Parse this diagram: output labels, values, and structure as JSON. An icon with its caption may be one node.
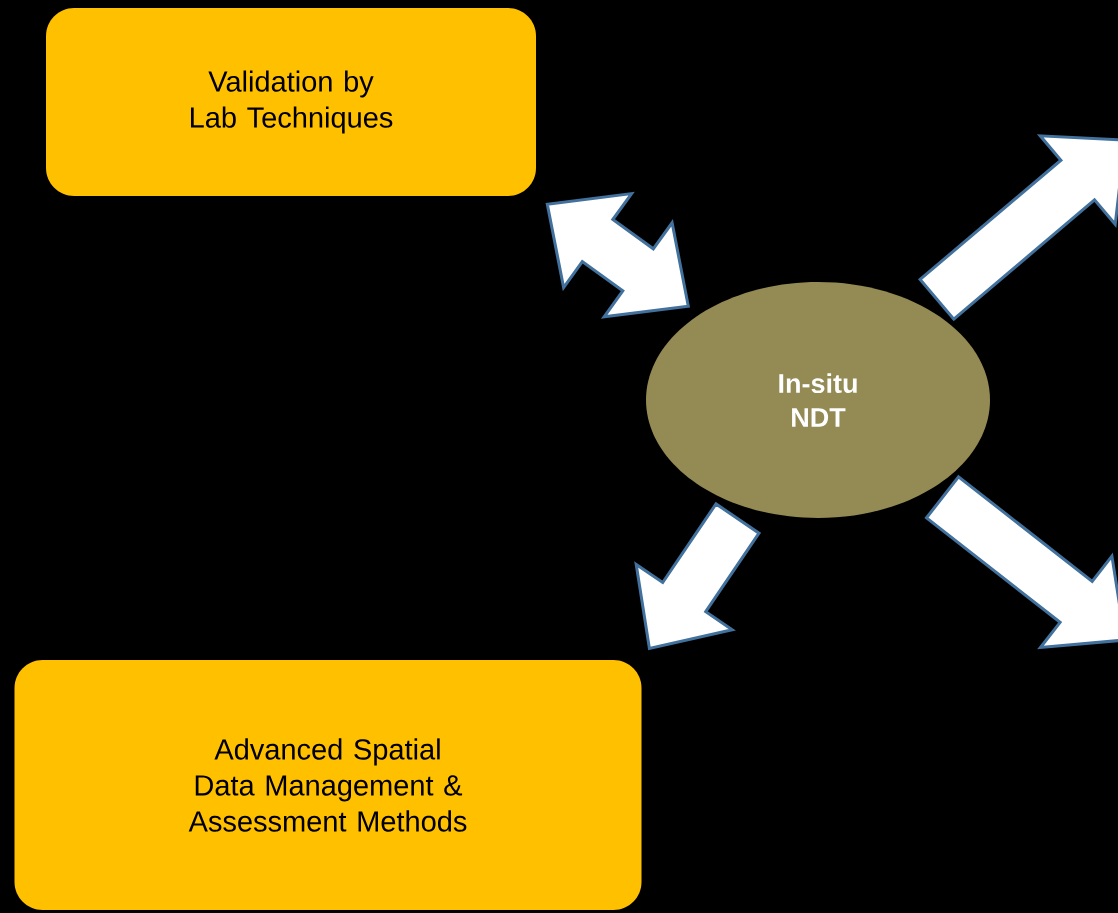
{
  "diagram": {
    "nodes": [
      {
        "text": [
          "Validation by Lab Techniques"
        ]
      },
      {
        "text": [
          "In-situ NDT"
        ]
      },
      {
        "text": [
          "Advanced Spatial Data Management & Assessment Methods"
        ]
      }
    ],
    "edges": [
      {
        "from": 1,
        "to": 0,
        "arrow": "both"
      },
      {
        "from": 1,
        "to": null,
        "arrow": "to"
      },
      {
        "from": 1,
        "to": 2,
        "arrow": "to"
      },
      {
        "from": 1,
        "to": null,
        "arrow": "to"
      }
    ]
  }
}
